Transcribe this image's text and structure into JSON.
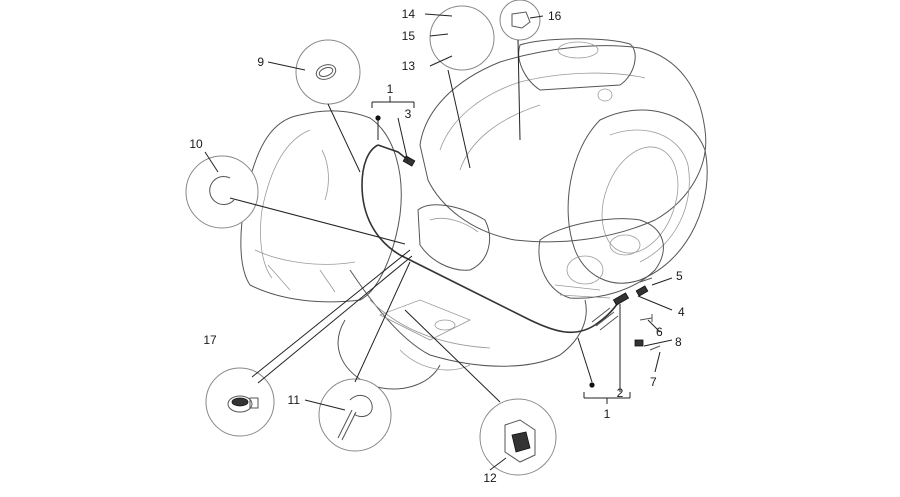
{
  "callouts": {
    "c1a": "1",
    "c1b": "1",
    "c2": "2",
    "c3": "3",
    "c4": "4",
    "c5": "5",
    "c6": "6",
    "c7": "7",
    "c8": "8",
    "c9": "9",
    "c10": "10",
    "c11": "11",
    "c12": "12",
    "c13": "13",
    "c14": "14",
    "c15": "15",
    "c16": "16",
    "c17": "17"
  },
  "colors": {
    "line": "#555555",
    "label": "#1a1a1a",
    "background": "#ffffff"
  }
}
